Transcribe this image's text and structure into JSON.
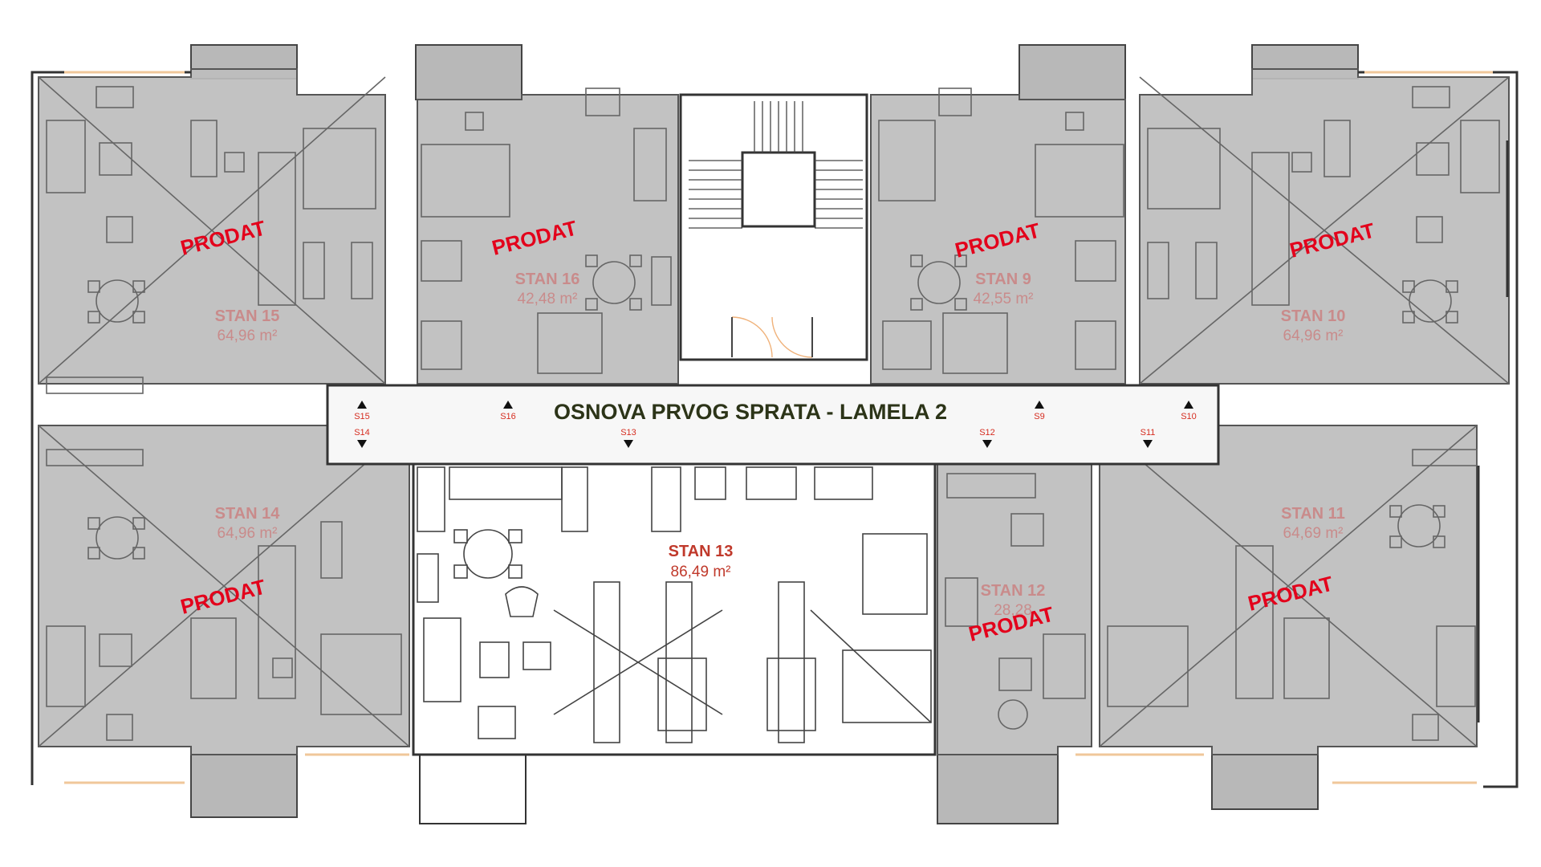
{
  "plan": {
    "title": "OSNOVA PRVOG SPRATA - LAMELA 2",
    "sold_text": "PRODAT",
    "colors": {
      "sold_fill": "#bdbdbd",
      "sold_stamp": "#e3001b",
      "label_sold": "#c98b8b",
      "label_available": "#c0392b",
      "title": "#2c3418",
      "window": "#f0c79a",
      "marker": "#d62d20"
    },
    "units": [
      {
        "id": "15",
        "name": "STAN 15",
        "area": "64,96 m²",
        "status": "sold"
      },
      {
        "id": "16",
        "name": "STAN 16",
        "area": "42,48 m²",
        "status": "sold"
      },
      {
        "id": "9",
        "name": "STAN 9",
        "area": "42,55 m²",
        "status": "sold"
      },
      {
        "id": "10",
        "name": "STAN 10",
        "area": "64,96 m²",
        "status": "sold"
      },
      {
        "id": "14",
        "name": "STAN 14",
        "area": "64,96 m²",
        "status": "sold"
      },
      {
        "id": "13",
        "name": "STAN 13",
        "area": "86,49 m²",
        "status": "available"
      },
      {
        "id": "12",
        "name": "STAN 12",
        "area": "28,28",
        "status": "sold"
      },
      {
        "id": "11",
        "name": "STAN 11",
        "area": "64,69 m²",
        "status": "sold"
      }
    ],
    "markers": [
      {
        "id": "S15",
        "direction": "up"
      },
      {
        "id": "S16",
        "direction": "up"
      },
      {
        "id": "S9",
        "direction": "up"
      },
      {
        "id": "S10",
        "direction": "up"
      },
      {
        "id": "S14",
        "direction": "down"
      },
      {
        "id": "S13",
        "direction": "down"
      },
      {
        "id": "S12",
        "direction": "down"
      },
      {
        "id": "S11",
        "direction": "down"
      }
    ]
  }
}
